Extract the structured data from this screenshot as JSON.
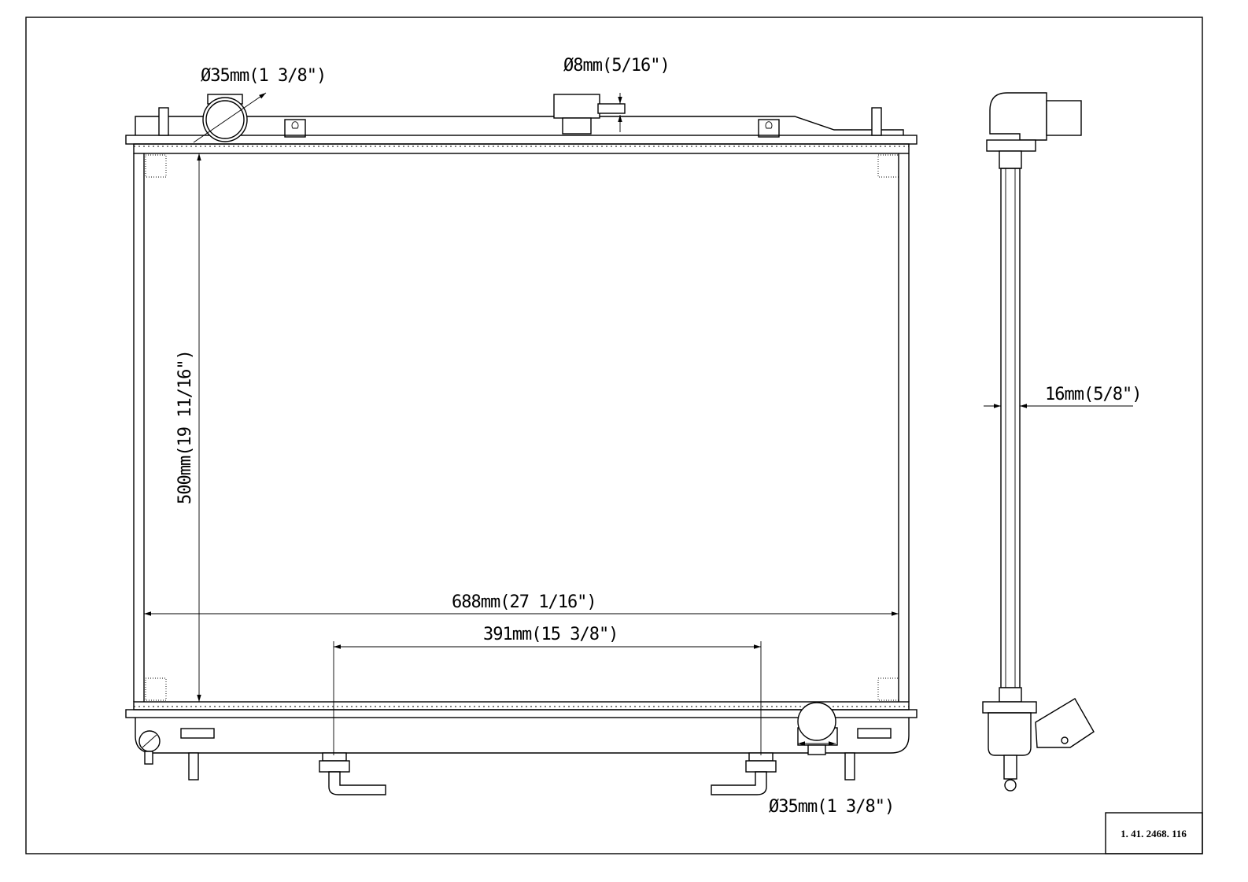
{
  "dimensions": {
    "top_inlet_diameter": "Ø35mm(1 3/8\")",
    "cap_neck_diameter": "Ø8mm(5/16\")",
    "core_height": "500mm(19 11/16\")",
    "core_width": "688mm(27 1/16\")",
    "bottom_outlet_spacing": "391mm(15 3/8\")",
    "bottom_outlet_diameter": "Ø35mm(1 3/8\")",
    "core_thickness": "16mm(5/8\")"
  },
  "title_block": {
    "part_number": "1. 41. 2468. 116"
  },
  "colors": {
    "line": "#000000",
    "background": "#ffffff"
  }
}
